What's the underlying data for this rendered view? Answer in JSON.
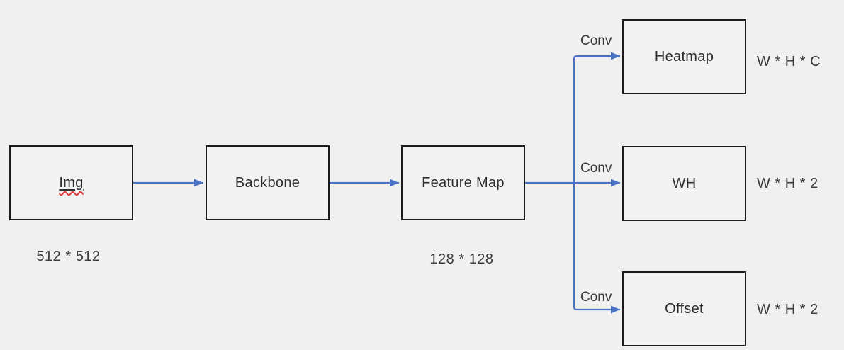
{
  "canvas": {
    "background": "#f0f0f0",
    "accent_blue": "#4a72c4",
    "border_black": "#1c1c1c",
    "spellcheck_red": "#e03a3a"
  },
  "nodes": {
    "img": {
      "label": "Img",
      "dim": "512 * 512"
    },
    "backbone": {
      "label": "Backbone"
    },
    "feature": {
      "label": "Feature Map",
      "dim": "128 * 128"
    },
    "heatmap": {
      "label": "Heatmap",
      "output": "W * H * C"
    },
    "wh": {
      "label": "WH",
      "output": "W * H * 2"
    },
    "offset": {
      "label": "Offset",
      "output": "W * H * 2"
    }
  },
  "edges": {
    "conv_top": "Conv",
    "conv_mid": "Conv",
    "conv_bottom": "Conv"
  }
}
